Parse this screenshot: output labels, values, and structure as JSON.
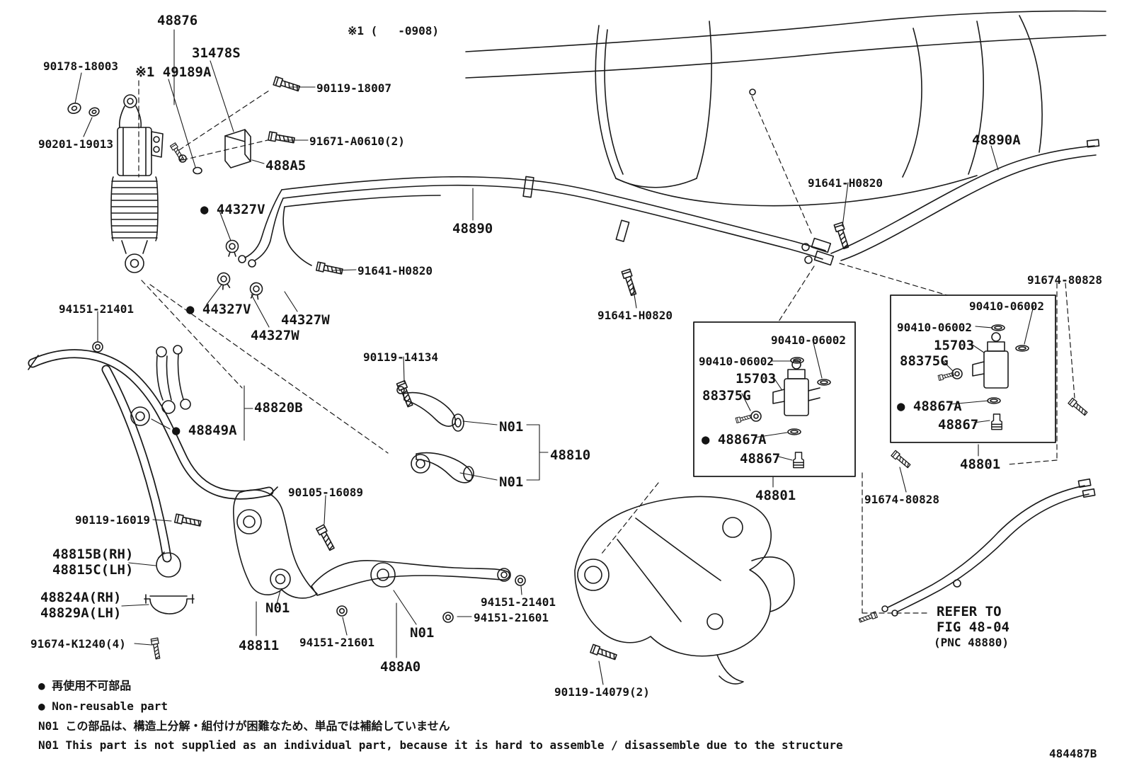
{
  "colors": {
    "ink": "#1a1a1a",
    "background": "#ffffff"
  },
  "doc_number": "484487B",
  "legend": {
    "nonreusable_jp": "● 再使用不可部品",
    "nonreusable_en": "● Non-reusable part",
    "n01_jp": "N01 この部品は、構造上分解・組付けが困難なため、単品では補給していません",
    "n01_en": "N01 This part is not supplied as an individual part, because it is hard to assemble / disassemble due to the structure"
  },
  "callouts": [
    {
      "text": "48876"
    },
    {
      "text": "31478S"
    },
    {
      "text": "90178-18003"
    },
    {
      "text": "※1 49189A"
    },
    {
      "text": "90119-18007"
    },
    {
      "text": "90201-19013"
    },
    {
      "text": "91671-A0610(2)"
    },
    {
      "text": "488A5"
    },
    {
      "text": "● 44327V"
    },
    {
      "text": "48890"
    },
    {
      "text": "48890A"
    },
    {
      "text": "91641-H0820"
    },
    {
      "text": "91641-H0820"
    },
    {
      "text": "● 44327V"
    },
    {
      "text": "44327W"
    },
    {
      "text": "44327W"
    },
    {
      "text": "94151-21401"
    },
    {
      "text": "91641-H0820"
    },
    {
      "text": "91674-80828"
    },
    {
      "text": "90410-06002"
    },
    {
      "text": "90410-06002"
    },
    {
      "text": "15703"
    },
    {
      "text": "88375G"
    },
    {
      "text": "90410-06002"
    },
    {
      "text": "90410-06002"
    },
    {
      "text": "15703"
    },
    {
      "text": "88375G"
    },
    {
      "text": "90119-14134"
    },
    {
      "text": "48820B"
    },
    {
      "text": "● 48849A"
    },
    {
      "text": "N01"
    },
    {
      "text": "48810"
    },
    {
      "text": "N01"
    },
    {
      "text": "● 48867A"
    },
    {
      "text": "48867"
    },
    {
      "text": "● 48867A"
    },
    {
      "text": "48867"
    },
    {
      "text": "48801"
    },
    {
      "text": "48801"
    },
    {
      "text": "90105-16089"
    },
    {
      "text": "90119-16019"
    },
    {
      "text": "91674-80828"
    },
    {
      "text": "48815B(RH)"
    },
    {
      "text": "48815C(LH)"
    },
    {
      "text": "48824A(RH)"
    },
    {
      "text": "48829A(LH)"
    },
    {
      "text": "91674-K1240(4)"
    },
    {
      "text": "N01"
    },
    {
      "text": "48811"
    },
    {
      "text": "94151-21401"
    },
    {
      "text": "94151-21601"
    },
    {
      "text": "94151-21601"
    },
    {
      "text": "N01"
    },
    {
      "text": "488A0"
    },
    {
      "text": "90119-14079(2)"
    },
    {
      "text": "REFER TO"
    },
    {
      "text": "FIG 48-04"
    },
    {
      "text": "(PNC 48880)"
    },
    {
      "text": "※1 (   -0908)"
    }
  ]
}
